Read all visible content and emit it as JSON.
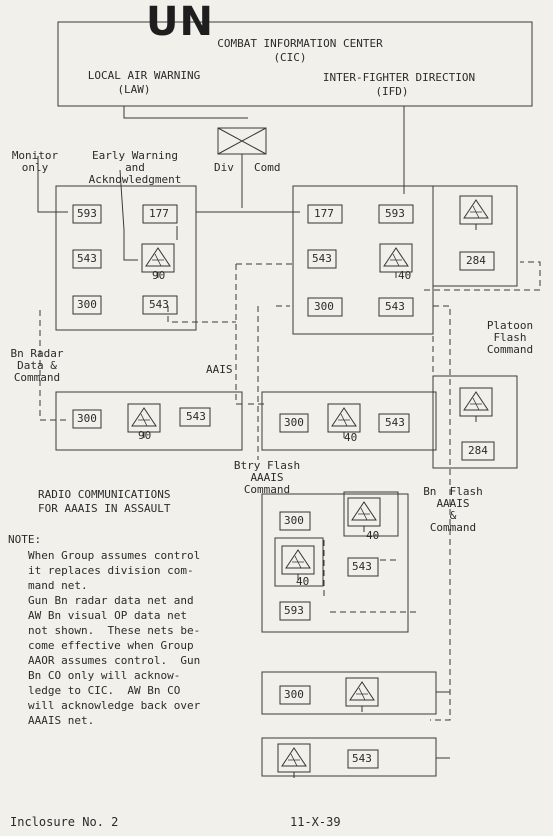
{
  "stamp": "UN",
  "cic": {
    "title": "COMBAT INFORMATION CENTER",
    "abbr": "(CIC)"
  },
  "law": {
    "title": "LOCAL AIR WARNING",
    "abbr": "(LAW)"
  },
  "ifd": {
    "title": "INTER-FIGHTER DIRECTION",
    "abbr": "(IFD)"
  },
  "labels": {
    "monitor": "Monitor\nonly",
    "early_warning": "Early Warning\nand\nAcknowledgment",
    "div": "Div",
    "comd": "Comd",
    "platoon_flash": "Platoon\nFlash\nCommand",
    "bn_radar": "Bn Radar\nData &\nCommand",
    "aaais_left": "AAIS",
    "btry_flash": "Btry Flash\nAAAIS\nCommand",
    "bn_flash": "Bn  Flash\nAAAIS\n&\nCommand"
  },
  "radios": {
    "r593a": "593",
    "r177a": "177",
    "r543a": "543",
    "r90a": "90",
    "r300a": "300",
    "r543b": "543",
    "r177b": "177",
    "r593b": "593",
    "r543c": "543",
    "r40a": "40",
    "r300b": "300",
    "r543d": "543",
    "r284a": "284",
    "r300c": "300",
    "r90b": "90",
    "r543e": "543",
    "r300d": "300",
    "r40b": "40",
    "r543f": "543",
    "r284b": "284",
    "r300e": "300",
    "r40c": "40",
    "r40d": "40",
    "r543g": "543",
    "r593c": "593",
    "r300f": "300",
    "r543h": "543"
  },
  "caption": "RADIO COMMUNICATIONS\nFOR AAAIS IN ASSAULT",
  "note_head": "NOTE:",
  "note_body": "When Group assumes control\nit replaces division com-\nmand net.\nGun Bn radar data net and\nAW Bn visual OP data net\nnot shown.  These nets be-\ncome effective when Group\nAAOR assumes control.  Gun\nBn CO only will acknow-\nledge to CIC.  AW Bn CO\nwill acknowledge back over\nAAAIS net.",
  "footer_left": "Inclosure No. 2",
  "footer_right": "11-X-39"
}
